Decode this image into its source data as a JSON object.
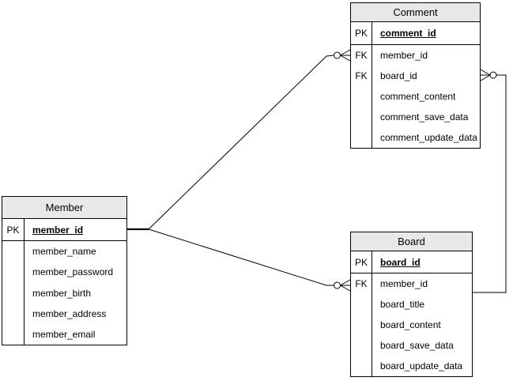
{
  "entities": {
    "comment": {
      "title": "Comment",
      "rows": [
        {
          "key": "PK",
          "field": "comment_id"
        },
        {
          "key": "FK",
          "field": "member_id"
        },
        {
          "key": "FK",
          "field": "board_id"
        },
        {
          "key": "",
          "field": "comment_content"
        },
        {
          "key": "",
          "field": "comment_save_data"
        },
        {
          "key": "",
          "field": "comment_update_data"
        }
      ]
    },
    "member": {
      "title": "Member",
      "rows": [
        {
          "key": "PK",
          "field": "member_id"
        },
        {
          "key": "",
          "field": "member_name"
        },
        {
          "key": "",
          "field": "member_password"
        },
        {
          "key": "",
          "field": "member_birth"
        },
        {
          "key": "",
          "field": "member_address"
        },
        {
          "key": "",
          "field": "member_email"
        }
      ]
    },
    "board": {
      "title": "Board",
      "rows": [
        {
          "key": "PK",
          "field": "board_id"
        },
        {
          "key": "FK",
          "field": "member_id"
        },
        {
          "key": "",
          "field": "board_title"
        },
        {
          "key": "",
          "field": "board_content"
        },
        {
          "key": "",
          "field": "board_save_data"
        },
        {
          "key": "",
          "field": "board_update_data"
        }
      ]
    }
  },
  "relationships": [
    {
      "from": "Member.member_id",
      "to": "Comment.member_id",
      "cardinality": "one to zero-or-many"
    },
    {
      "from": "Member.member_id",
      "to": "Board.member_id",
      "cardinality": "one to zero-or-many"
    },
    {
      "from": "Board.board_id",
      "to": "Comment.board_id",
      "cardinality": "one to zero-or-many"
    }
  ],
  "colors": {
    "header_bg": "#e8e8e8",
    "border": "#000000",
    "canvas_bg": "#ffffff",
    "line": "#000000"
  }
}
